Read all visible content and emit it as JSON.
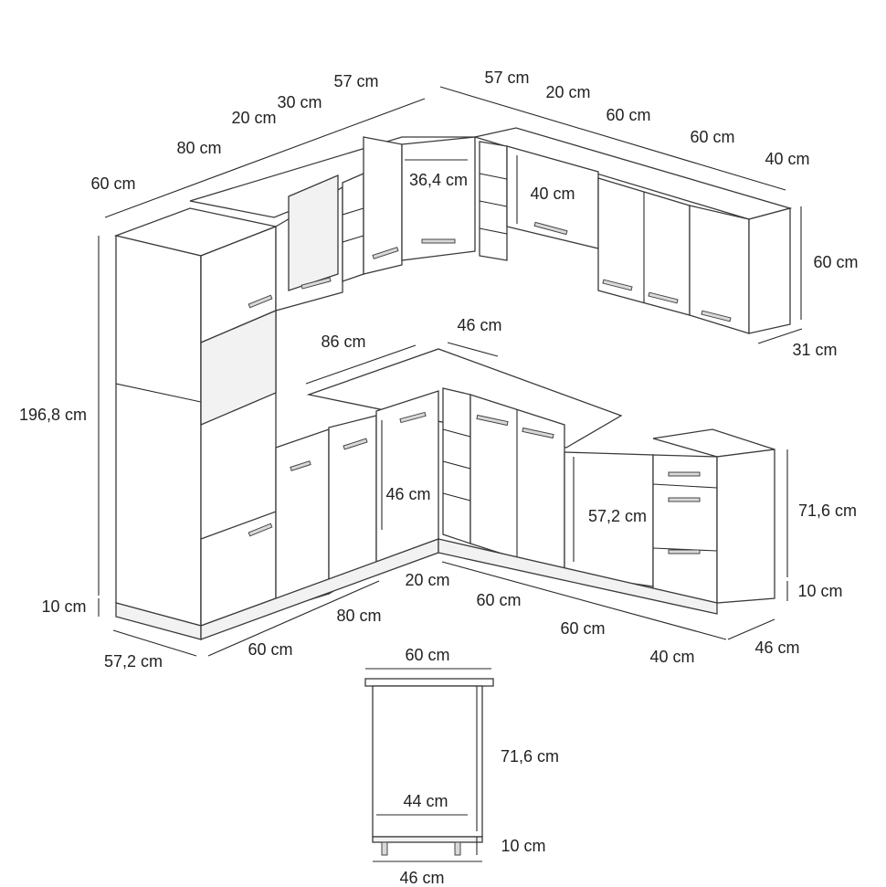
{
  "dimensions": {
    "upper_back_60": "60 cm",
    "upper_back_80": "80 cm",
    "upper_back_20": "20 cm",
    "upper_back_30": "30 cm",
    "upper_back_57_left": "57 cm",
    "upper_right_57": "57 cm",
    "upper_right_20": "20 cm",
    "upper_right_60a": "60 cm",
    "upper_right_60b": "60 cm",
    "upper_right_40": "40 cm",
    "corner_width": "36,4 cm",
    "upper_door_height": "40 cm",
    "upper_height": "60 cm",
    "upper_depth": "31 cm",
    "tall_height": "196,8 cm",
    "worktop_86": "86 cm",
    "worktop_46": "46 cm",
    "inner_depth": "46 cm",
    "dishwasher_depth": "57,2 cm",
    "base_height": "71,6 cm",
    "base_plinth": "10 cm",
    "tall_plinth": "10 cm",
    "lower_20": "20 cm",
    "lower_60a": "60 cm",
    "lower_80": "80 cm",
    "lower_60b": "60 cm",
    "lower_60_left": "60 cm",
    "lower_40": "40 cm",
    "lower_depth_right": "46 cm",
    "tall_depth": "57,2 cm",
    "section_width": "60 cm",
    "section_height": "71,6 cm",
    "section_inner": "44 cm",
    "section_plinth": "10 cm",
    "section_depth": "46 cm"
  }
}
